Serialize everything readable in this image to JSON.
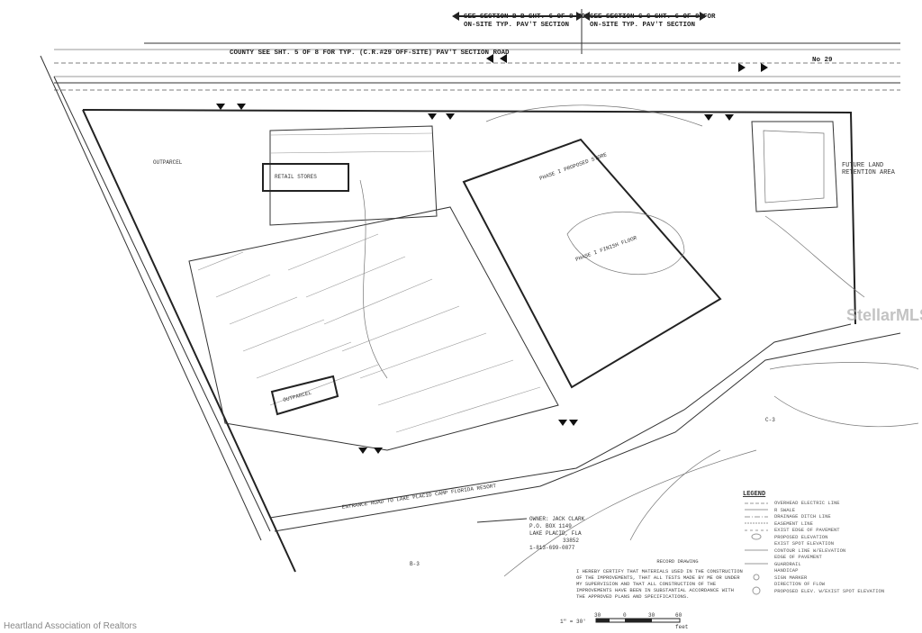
{
  "header_notes": {
    "section_bb": "SEE SECTION B-B SHT. 6 OF 8 FOR",
    "section_bb_2": "ON-SITE TYP. PAV'T SECTION",
    "section_cc": "SEE SECTION C-C SHT. 6 OF 8 FOR",
    "section_cc_2": "ON-SITE TYP. PAV'T SECTION",
    "county_road": "COUNTY SEE SHT. 5 OF 8 FOR TYP. (C.R.#29 OFF-SITE) PAV'T SECTION ROAD",
    "road_no": "No 29"
  },
  "site_labels": {
    "retail_stores": "RETAIL STORES",
    "outparcel_nw": "OUTPARCEL",
    "phase1_store": "PHASE I PROPOSED STORE",
    "phase1_floor": "PHASE I FINISH FLOOR",
    "future_land": "FUTURE LAND RETENTION AREA",
    "outparcel_sw": "OUTPARCEL",
    "entrance_road": "ENTRANCE ROAD TO LAKE PLACID CAMP FLORIDA RESORT",
    "sheet_c3": "C-3",
    "sheet_b3": "B-3"
  },
  "owner": {
    "line1": "OWNER: JACK CLARK",
    "line2": "P.O. BOX 1149",
    "line3": "LAKE PLACID, FLA",
    "line4": "33852",
    "line5": "1-813-699-0877"
  },
  "record_drawing": {
    "title": "RECORD DRAWING",
    "body": "I HEREBY CERTIFY THAT MATERIALS USED IN THE CONSTRUCTION OF THE IMPROVEMENTS, THAT ALL TESTS MADE BY ME OR UNDER MY SUPERVISION AND THAT ALL CONSTRUCTION OF THE IMPROVEMENTS HAVE BEEN IN SUBSTANTIAL ACCORDANCE WITH THE APPROVED PLANS AND SPECIFICATIONS."
  },
  "legend": {
    "title": "LEGEND",
    "items": [
      "OVERHEAD ELECTRIC LINE",
      "R SWALE",
      "DRAINAGE DITCH LINE",
      "EASEMENT LINE",
      "EXIST EDGE OF PAVEMENT",
      "PROPOSED ELEVATION",
      "EXIST SPOT ELEVATION",
      "CONTOUR LINE W/ELEVATION",
      "EDGE OF PAVEMENT",
      "GUARDRAIL",
      "HANDICAP",
      "SIGN MARKER",
      "DIRECTION OF FLOW",
      "PROPOSED ELEV. W/EXIST SPOT ELEVATION"
    ]
  },
  "scale": {
    "label": "1\" = 30'",
    "ticks": [
      "30",
      "0",
      "30",
      "60"
    ],
    "unit": "feet"
  },
  "watermarks": {
    "bottom_left": "Heartland Association of Realtors",
    "right": "StellarMLS"
  }
}
